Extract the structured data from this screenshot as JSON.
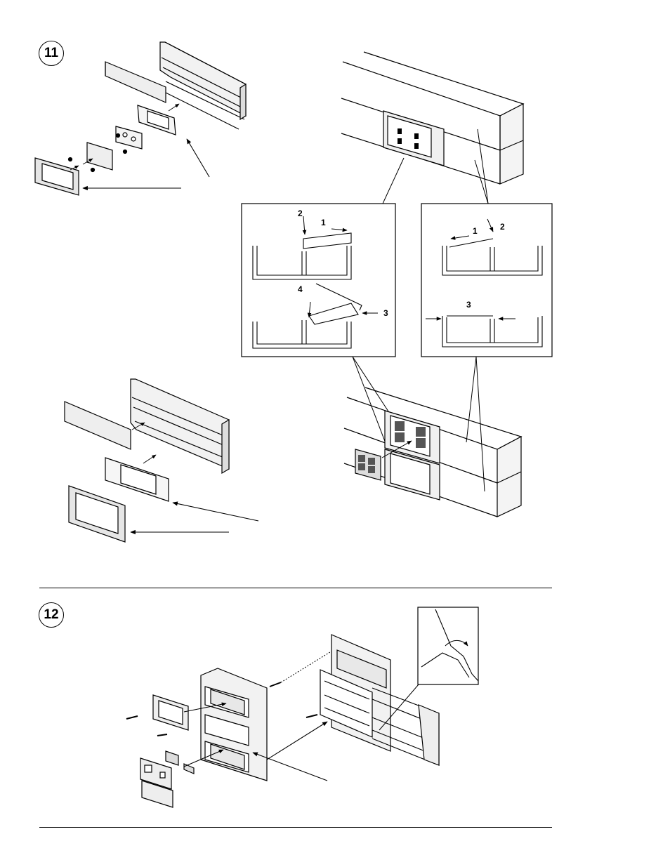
{
  "steps": [
    {
      "number": "11"
    },
    {
      "number": "12"
    }
  ],
  "detail_left": {
    "callouts": [
      "2",
      "1",
      "4",
      "3"
    ]
  },
  "detail_right": {
    "callouts": [
      "1",
      "2",
      "3"
    ]
  },
  "colors": {
    "ink": "#000000",
    "fill": "#ffffff",
    "shade": "#e6e6e6"
  }
}
